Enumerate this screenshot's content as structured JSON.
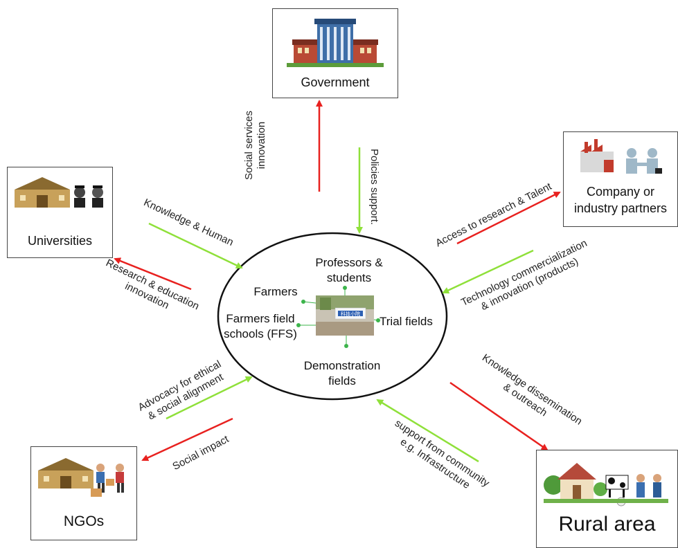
{
  "nodes": {
    "government": "Government",
    "company": [
      "Company or",
      "industry partners"
    ],
    "universities": "Universities",
    "ngos": "NGOs",
    "rural": "Rural area"
  },
  "center": {
    "professors": [
      "Professors &",
      "students"
    ],
    "farmers": "Farmers",
    "ffs": [
      "Farmers field",
      "schools (FFS)"
    ],
    "trial": "Trial fields",
    "demo": [
      "Demonstration",
      "fields"
    ],
    "sign_text": "科技小院"
  },
  "flows": {
    "social_services": [
      "Social services",
      "innovation"
    ],
    "policies": "Policies support.",
    "access": "Access to research & Talent",
    "tech": [
      "Technology commercialization",
      "& innovation (products)"
    ],
    "knowledge_human": "Knowledge & Human",
    "research_edu": [
      "Research & education",
      "innovation"
    ],
    "knowledge_dissem": [
      "Knowledge dissemination",
      "& outreach"
    ],
    "support_comm": [
      "support from community",
      "e.g. Infrastructure"
    ],
    "advocacy": [
      "Advocacy for ethical",
      "& social alignment"
    ],
    "social_impact": "Social impact"
  },
  "colors": {
    "green": "#8fe03a",
    "red": "#e8211f",
    "node_dot": "#3cb44b"
  }
}
